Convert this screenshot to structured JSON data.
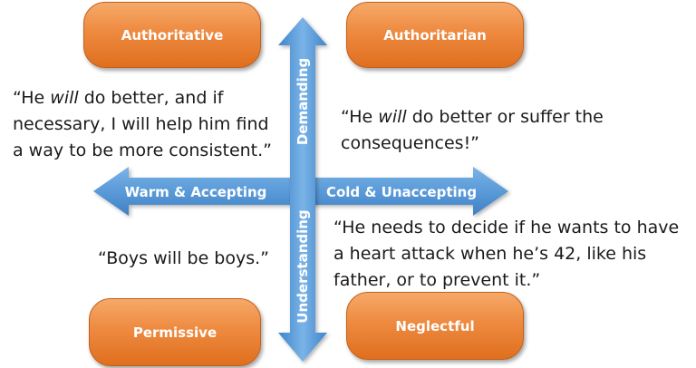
{
  "quadrants": {
    "top_left": "Authoritative",
    "top_right": "Authoritarian",
    "bottom_left": "Permissive",
    "bottom_right": "Neglectful"
  },
  "axes": {
    "up": "Demanding",
    "down": "Understanding",
    "left": "Warm & Accepting",
    "right": "Cold & Unaccepting"
  },
  "quotes": {
    "top_left": {
      "line1_pre": "“He ",
      "line1_em": "will",
      "line1_post": " do better, and if",
      "line2": "necessary, I will help him find",
      "line3": "a way to be more consistent.”"
    },
    "top_right": {
      "line1_pre": "“He ",
      "line1_em": "will",
      "line1_post": " do better or suffer the",
      "line2": "consequences!”"
    },
    "bottom_left": {
      "line1": "“Boys will be boys.”"
    },
    "bottom_right": {
      "line1": "“He needs to decide if he wants to have",
      "line2": "a heart attack when he’s 42, like his",
      "line3": "father, or to prevent it.”"
    }
  },
  "colors": {
    "pill_orange": "#ee8a40",
    "arrow_blue": "#5b9bd5"
  }
}
